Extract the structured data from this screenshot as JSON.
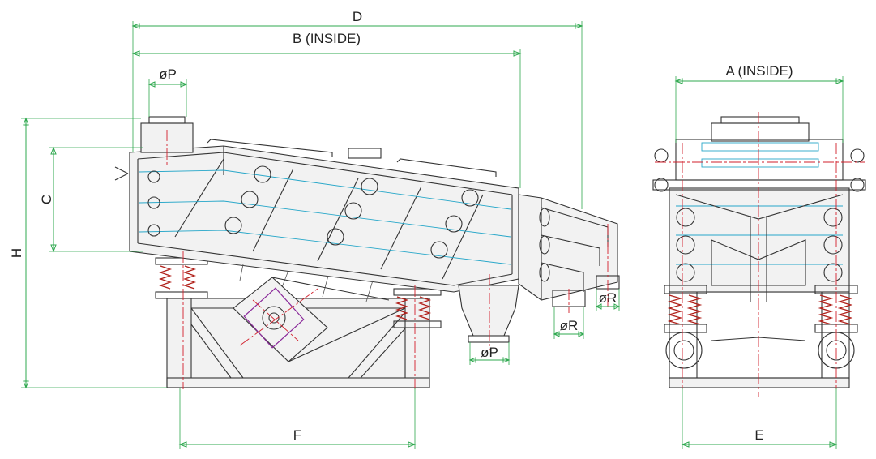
{
  "labels": {
    "d": "D",
    "b": "B (INSIDE)",
    "p_top": "øP",
    "c": "C",
    "h": "H",
    "f": "F",
    "r_outlet": "øR",
    "r_side": "øR",
    "p_bottom": "øP",
    "a": "A (INSIDE)",
    "e": "E"
  },
  "colors": {
    "dimension_lines": "#2fa84f",
    "center_lines": "#d21f2b",
    "hidden_lines": "#27a7c9",
    "body_lines": "#333333"
  }
}
